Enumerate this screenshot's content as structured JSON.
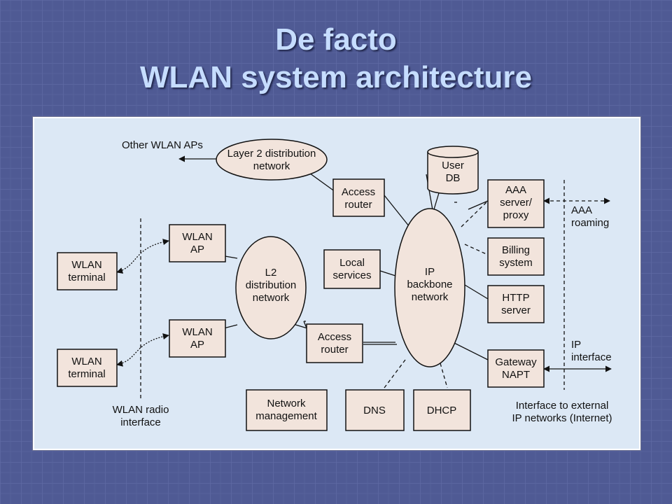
{
  "title": {
    "line1": "De facto",
    "line2": "WLAN system architecture"
  },
  "diagram": {
    "other_aps": "Other WLAN APs",
    "l2_top": [
      "Layer 2 distribution",
      "network"
    ],
    "access_router_top": [
      "Access",
      "router"
    ],
    "user_db": [
      "User",
      "DB"
    ],
    "aaa_server": [
      "AAA",
      "server/",
      "proxy"
    ],
    "aaa_roaming": [
      "AAA",
      "roaming"
    ],
    "wlan_ap_1": [
      "WLAN",
      "AP"
    ],
    "wlan_ap_2": [
      "WLAN",
      "AP"
    ],
    "wlan_terminal_1": [
      "WLAN",
      "terminal"
    ],
    "wlan_terminal_2": [
      "WLAN",
      "terminal"
    ],
    "l2_center": [
      "L2",
      "distribution",
      "network"
    ],
    "local_services": [
      "Local",
      "services"
    ],
    "ip_backbone": [
      "IP",
      "backbone",
      "network"
    ],
    "billing": [
      "Billing",
      "system"
    ],
    "http_server": [
      "HTTP",
      "server"
    ],
    "access_router_bottom": [
      "Access",
      "router"
    ],
    "gateway": [
      "Gateway",
      "NAPT"
    ],
    "ip_interface": [
      "IP",
      "interface"
    ],
    "network_mgmt": [
      "Network",
      "management"
    ],
    "dns": "DNS",
    "dhcp": "DHCP",
    "radio_interface": [
      "WLAN radio",
      "interface"
    ],
    "external_interface": [
      "Interface to external",
      "IP networks (Internet)"
    ]
  },
  "colors": {
    "background": "#4f5a94",
    "title": "#c6ddff",
    "panel": "#dce8f5",
    "box_fill": "#f2e4dc",
    "stroke": "#111111"
  }
}
